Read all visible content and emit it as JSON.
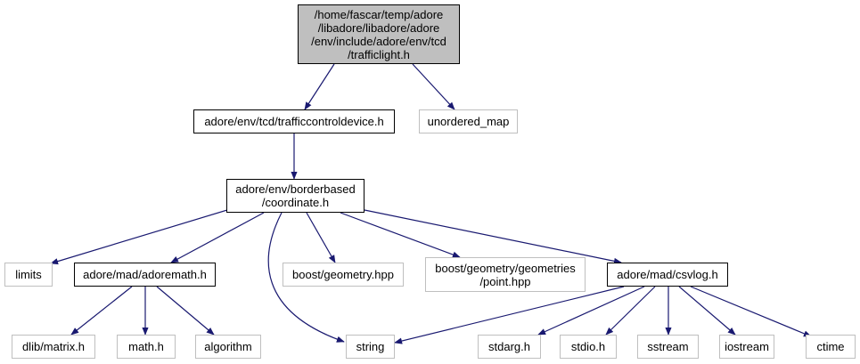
{
  "diagram": {
    "type": "include-dependency-graph",
    "edge_color": "#191970",
    "nodes": [
      {
        "id": "root",
        "label": "/home/fascar/temp/adore\n/libadore/libadore/adore\n/env/include/adore/env/tcd\n/trafficlight.h",
        "kind": "root"
      },
      {
        "id": "tcd",
        "label": "adore/env/tcd/trafficcontroldevice.h",
        "kind": "local"
      },
      {
        "id": "umap",
        "label": "unordered_map",
        "kind": "sys"
      },
      {
        "id": "coord",
        "label": "adore/env/borderbased\n/coordinate.h",
        "kind": "local"
      },
      {
        "id": "limits",
        "label": "limits",
        "kind": "sys"
      },
      {
        "id": "adoremath",
        "label": "adore/mad/adoremath.h",
        "kind": "local"
      },
      {
        "id": "bgeom",
        "label": "boost/geometry.hpp",
        "kind": "sys"
      },
      {
        "id": "bpoint",
        "label": "boost/geometry/geometries\n/point.hpp",
        "kind": "sys"
      },
      {
        "id": "csvlog",
        "label": "adore/mad/csvlog.h",
        "kind": "local"
      },
      {
        "id": "dlib",
        "label": "dlib/matrix.h",
        "kind": "sys"
      },
      {
        "id": "mathh",
        "label": "math.h",
        "kind": "sys"
      },
      {
        "id": "algorithm",
        "label": "algorithm",
        "kind": "sys"
      },
      {
        "id": "string",
        "label": "string",
        "kind": "sys"
      },
      {
        "id": "stdarg",
        "label": "stdarg.h",
        "kind": "sys"
      },
      {
        "id": "stdio",
        "label": "stdio.h",
        "kind": "sys"
      },
      {
        "id": "sstream",
        "label": "sstream",
        "kind": "sys"
      },
      {
        "id": "iostream",
        "label": "iostream",
        "kind": "sys"
      },
      {
        "id": "ctime",
        "label": "ctime",
        "kind": "sys"
      }
    ],
    "edges": [
      [
        "root",
        "tcd"
      ],
      [
        "root",
        "umap"
      ],
      [
        "tcd",
        "coord"
      ],
      [
        "coord",
        "limits"
      ],
      [
        "coord",
        "adoremath"
      ],
      [
        "coord",
        "string"
      ],
      [
        "coord",
        "bgeom"
      ],
      [
        "coord",
        "bpoint"
      ],
      [
        "coord",
        "csvlog"
      ],
      [
        "adoremath",
        "dlib"
      ],
      [
        "adoremath",
        "mathh"
      ],
      [
        "adoremath",
        "algorithm"
      ],
      [
        "csvlog",
        "string"
      ],
      [
        "csvlog",
        "stdarg"
      ],
      [
        "csvlog",
        "stdio"
      ],
      [
        "csvlog",
        "sstream"
      ],
      [
        "csvlog",
        "iostream"
      ],
      [
        "csvlog",
        "ctime"
      ]
    ]
  }
}
